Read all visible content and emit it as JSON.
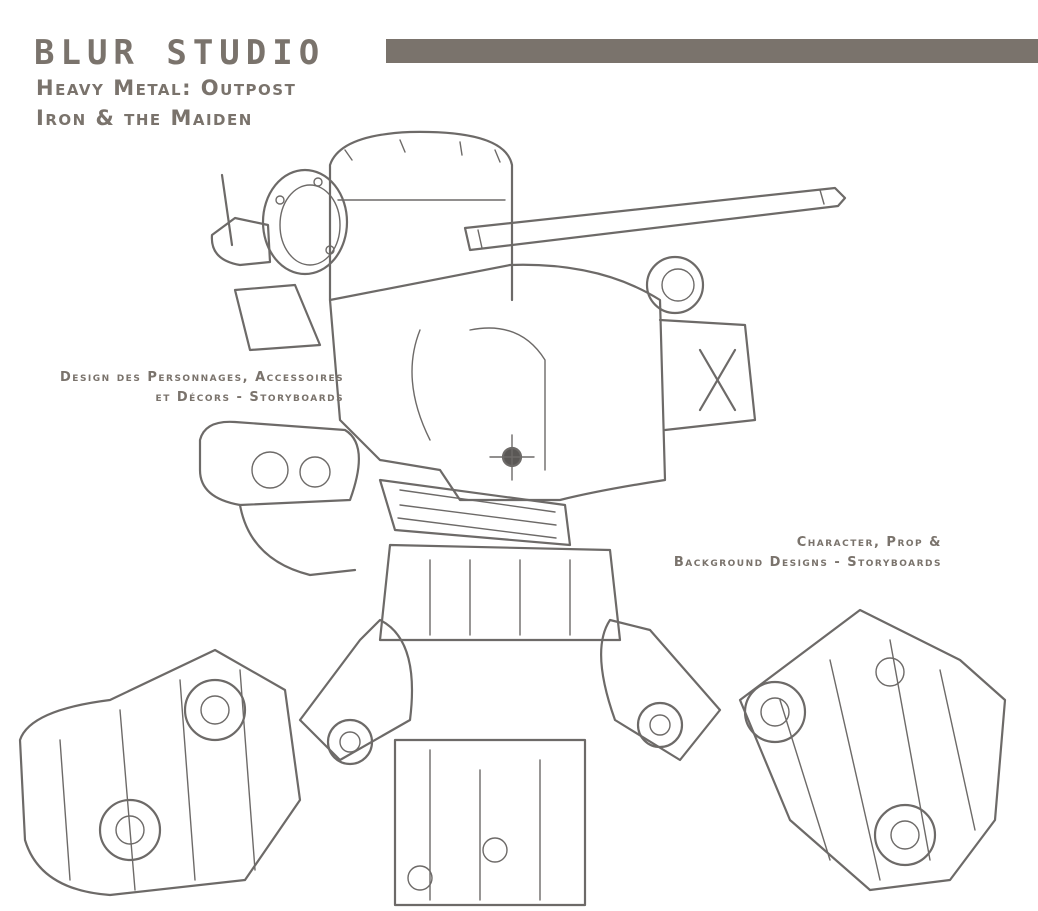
{
  "header": {
    "studio": "BLUR STUDIO",
    "title_line_1": "Heavy Metal: Outpost",
    "title_line_2": "Iron & the Maiden"
  },
  "captions": {
    "french_line_1": "Design des Personnages, Accessoires",
    "french_line_2": "et Décors - Storyboards",
    "english_line_1": "Character, Prop &",
    "english_line_2": "Background Designs - Storyboards"
  },
  "colors": {
    "text": "#7a736c",
    "sketch_line": "#6d6a68",
    "background": "#ffffff"
  }
}
